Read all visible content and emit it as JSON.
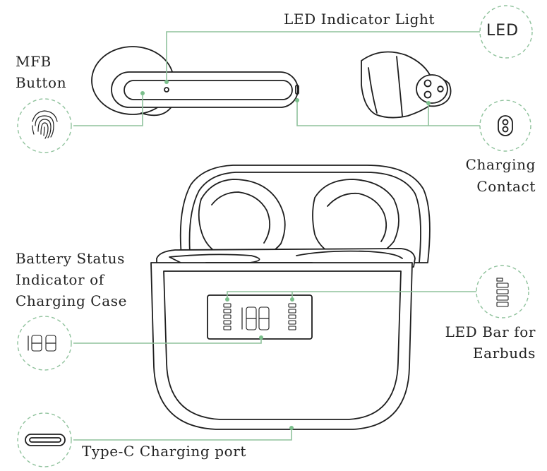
{
  "labels": {
    "led_indicator": "LED Indicator Light",
    "led_icon_text": "LED",
    "mfb_line1": "MFB",
    "mfb_line2": "Button",
    "charging_line1": "Charging",
    "charging_line2": "Contact",
    "battery_line1": "Battery Status",
    "battery_line2": "Indicator of",
    "battery_line3": "Charging Case",
    "ledbar_line1": "LED Bar for",
    "ledbar_line2": "Earbuds",
    "typec": "Type-C Charging port"
  },
  "icons": [
    "fingerprint-icon",
    "led-text-icon",
    "charging-contact-icon",
    "digital-display-icon",
    "battery-bar-icon",
    "usb-c-port-icon"
  ],
  "colors": {
    "leader": "#8fc29c",
    "ink": "#1e1e1e",
    "text": "#222222"
  }
}
